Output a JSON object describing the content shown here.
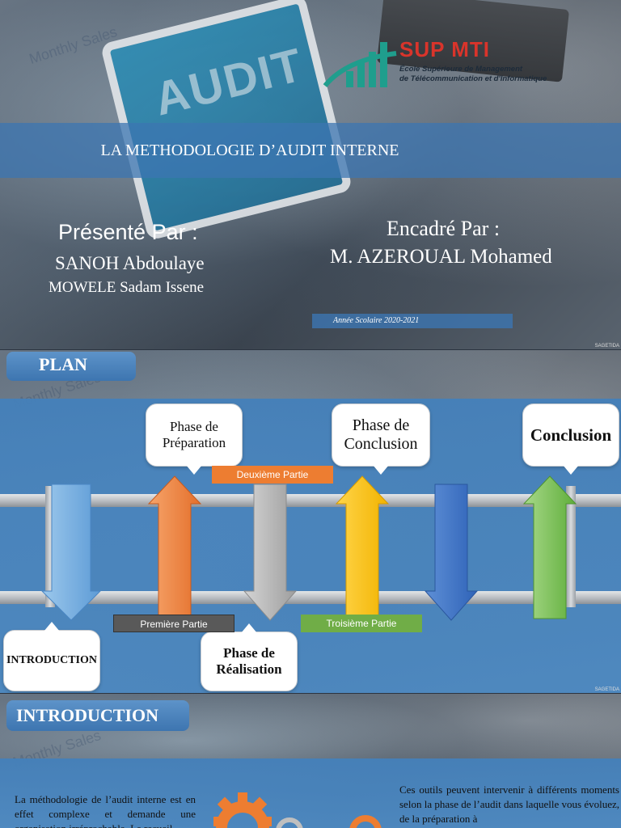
{
  "slide1": {
    "logo": {
      "name": "SUP MTI",
      "subtitle_line1": "École Supérieure de Management",
      "subtitle_line2": "de Télécommunication et d'Informatique"
    },
    "background_words": {
      "tablet_word": "AUDIT",
      "chart_text": "Monthly Sales"
    },
    "title": "LA METHODOLOGIE D’AUDIT INTERNE",
    "presented_by_label": "Présenté Par :",
    "presenter_1": "SANOH Abdoulaye",
    "presenter_2": "MOWELE Sadam Issene",
    "supervised_by_label": "Encadré Par :",
    "supervisor": "M. AZEROUAL Mohamed",
    "school_year": "Année Scolaire 2020-2021",
    "corner_mark": "SAGETIDA"
  },
  "slide2": {
    "heading": "PLAN",
    "background_words": {
      "chart_text": "Monthly Sales"
    },
    "callouts": {
      "preparation": "Phase de Préparation",
      "conclusion_phase": "Phase de Conclusion",
      "conclusion": "Conclusion",
      "introduction": "INTRODUCTION",
      "realisation": "Phase de Réalisation"
    },
    "parts": {
      "first": "Première Partie",
      "second": "Deuxième Partie",
      "third": "Troisième Partie"
    },
    "colors": {
      "first_part": "#595959",
      "second_part": "#ED7D31",
      "third_part": "#70AD47"
    },
    "corner_mark": "SAGETIDA"
  },
  "slide3": {
    "heading": "INTRODUCTION",
    "background_words": {
      "chart_text": "Monthly Sales"
    },
    "left_text": "La méthodologie de l’audit interne est en effet complexe et demande une organisation irréprochable. Le recueil",
    "right_text": "Ces outils peuvent intervenir à différents moments selon la phase de l’audit dans laquelle vous évoluez, de la préparation à"
  }
}
